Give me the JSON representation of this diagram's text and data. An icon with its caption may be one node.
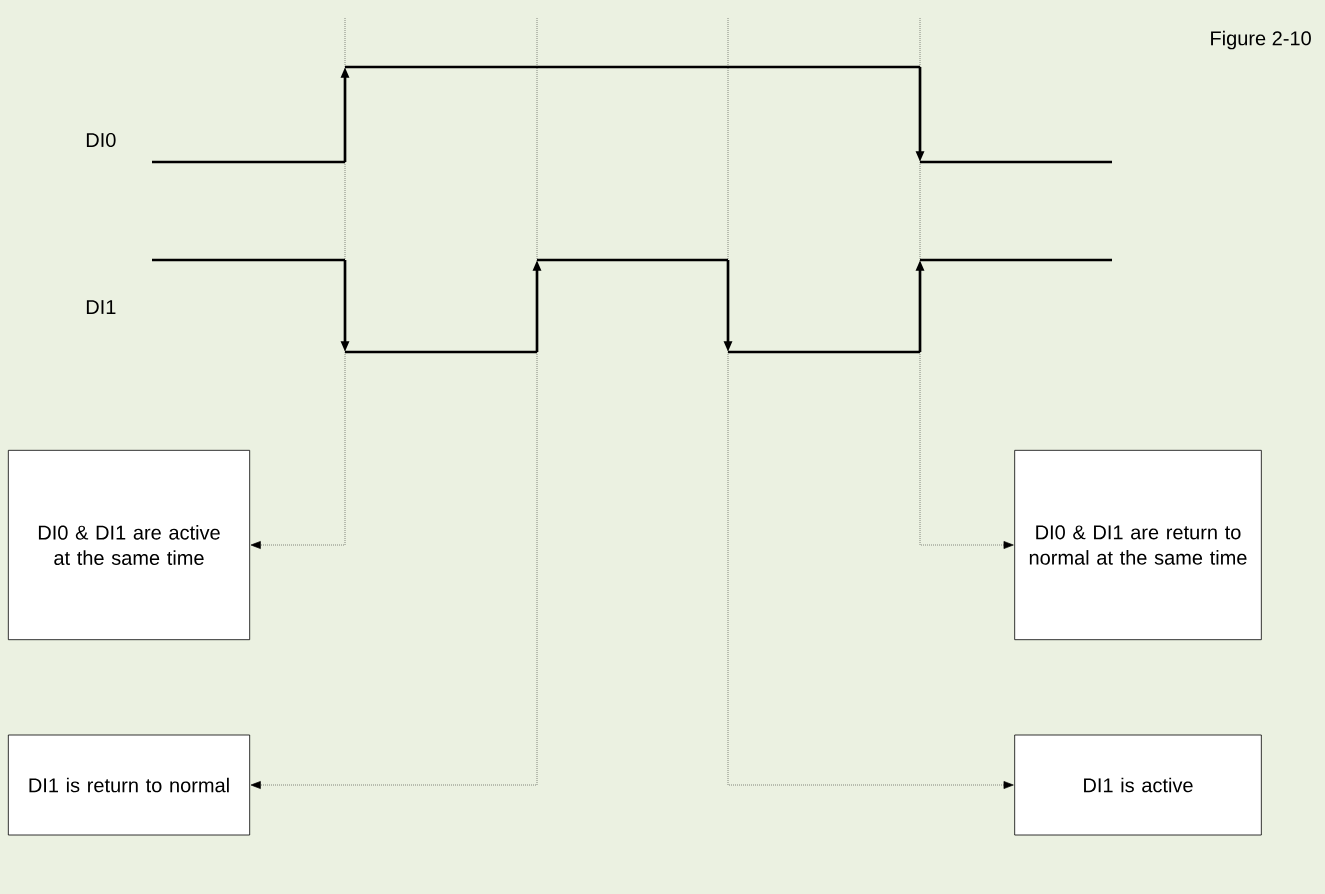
{
  "diagram": {
    "title": "Figure 2-10",
    "nodes": [
      {
        "text": [
          "DI0 & DI1 are active at the same time"
        ]
      },
      {
        "text": [
          "DI1 is return to normal"
        ]
      },
      {
        "text": [
          "DI0 & DI1 are return to normal at the same time"
        ]
      },
      {
        "text": [
          "DI1 is active"
        ]
      }
    ],
    "edges": [
      {
        "from": null,
        "to": 0,
        "arrow": "to"
      },
      {
        "from": null,
        "to": 1,
        "arrow": "to"
      },
      {
        "from": null,
        "to": 2,
        "arrow": "to"
      },
      {
        "from": null,
        "to": 3,
        "arrow": "to"
      }
    ],
    "labels": [
      "DI0",
      "DI1"
    ]
  }
}
